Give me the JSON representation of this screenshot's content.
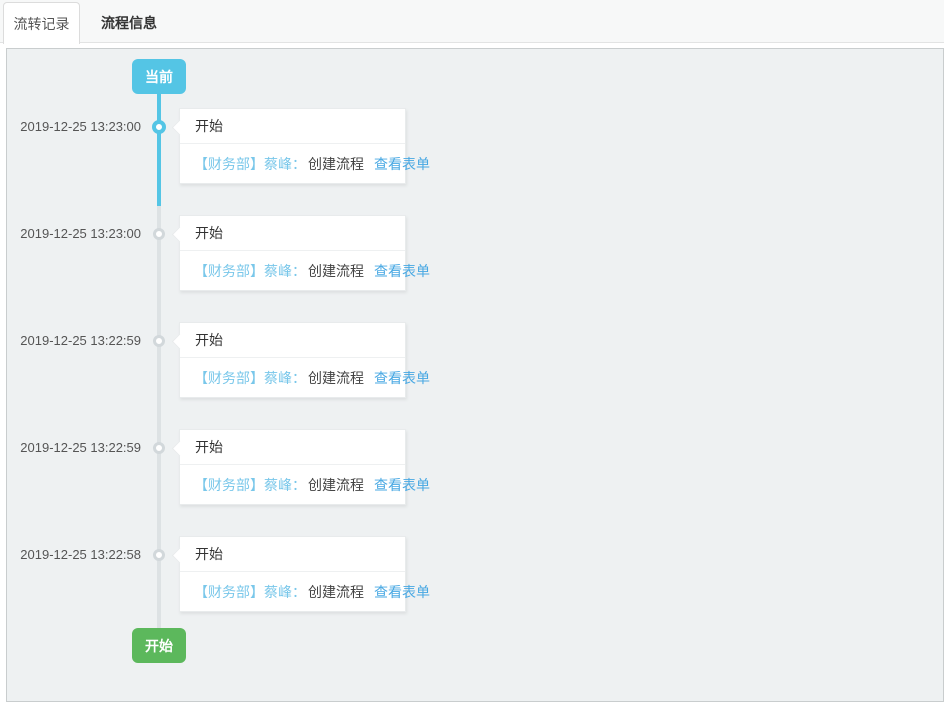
{
  "tabs": [
    {
      "label": "流转记录",
      "active": true
    },
    {
      "label": "流程信息",
      "active": false
    }
  ],
  "timeline": {
    "current_badge": "当前",
    "start_badge": "开始",
    "entries": [
      {
        "time": "2019-12-25 13:23:00",
        "title": "开始",
        "dept_actor": "【财务部】蔡峰：",
        "action": "创建流程",
        "link": "查看表单",
        "current": true
      },
      {
        "time": "2019-12-25 13:23:00",
        "title": "开始",
        "dept_actor": "【财务部】蔡峰：",
        "action": "创建流程",
        "link": "查看表单",
        "current": false
      },
      {
        "time": "2019-12-25 13:22:59",
        "title": "开始",
        "dept_actor": "【财务部】蔡峰：",
        "action": "创建流程",
        "link": "查看表单",
        "current": false
      },
      {
        "time": "2019-12-25 13:22:59",
        "title": "开始",
        "dept_actor": "【财务部】蔡峰：",
        "action": "创建流程",
        "link": "查看表单",
        "current": false
      },
      {
        "time": "2019-12-25 13:22:58",
        "title": "开始",
        "dept_actor": "【财务部】蔡峰：",
        "action": "创建流程",
        "link": "查看表单",
        "current": false
      }
    ]
  },
  "colors": {
    "accent_blue": "#54c5e5",
    "link_blue": "#48a8e3",
    "light_blue_text": "#79c7ea",
    "badge_green": "#5cb85c",
    "panel_bg": "#eef1f2",
    "timeline_gray": "#dde2e4"
  }
}
